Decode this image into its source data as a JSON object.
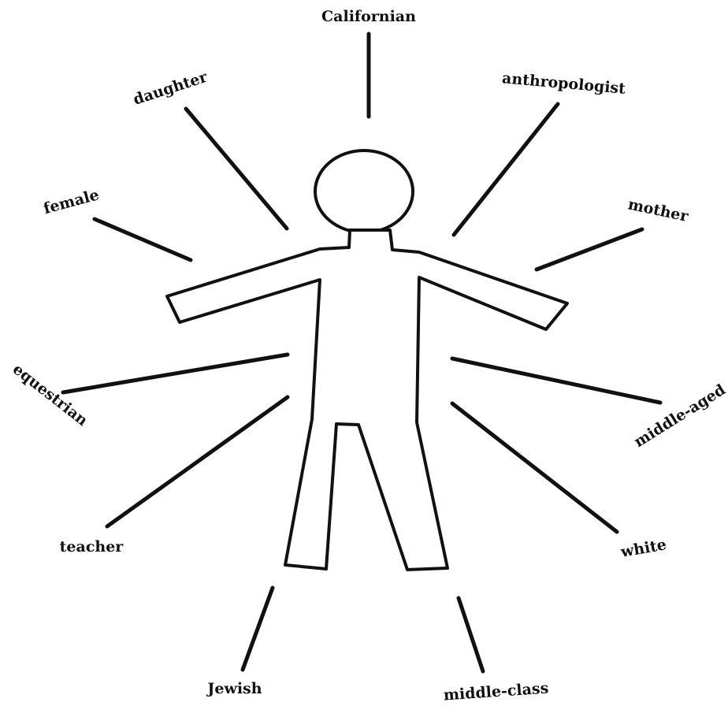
{
  "labels": {
    "californian": "Californian",
    "anthropologist": "anthropologist",
    "daughter": "daughter",
    "mother": "mother",
    "female": "female",
    "equestrian": "equestrian",
    "middle_aged": "middle-aged",
    "teacher": "teacher",
    "white": "white",
    "jewish": "Jewish",
    "middle_class": "middle-class"
  }
}
